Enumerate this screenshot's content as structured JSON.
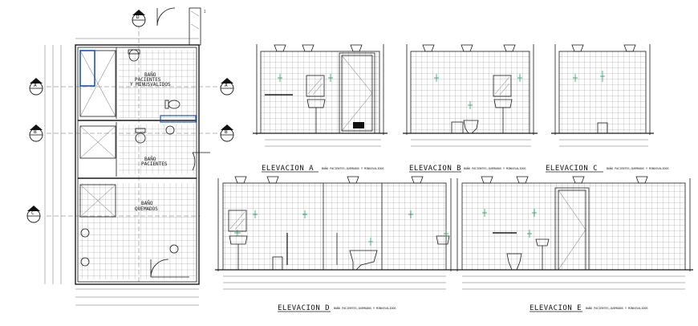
{
  "plan": {
    "rooms": [
      {
        "id": "r1",
        "line1": "BAÑO",
        "line2": "PACIENTES",
        "line3": "Y MINUSVALIDOS"
      },
      {
        "id": "r2",
        "line1": "BAÑO",
        "line2": "PACIENTES",
        "line3": ""
      },
      {
        "id": "r3",
        "line1": "BAÑO",
        "line2": "QUEMADOS",
        "line3": ""
      }
    ],
    "section_markers": [
      {
        "id": "A",
        "label": "A"
      },
      {
        "id": "B",
        "label": "B"
      },
      {
        "id": "C",
        "label": "C"
      },
      {
        "id": "D",
        "label": "D"
      }
    ]
  },
  "elevations": [
    {
      "id": "A",
      "title": "ELEVACION  A",
      "subtitle": "BAÑO PACIENTES,QUEMADOS Y MINUSVALIDOS"
    },
    {
      "id": "B",
      "title": "ELEVACION  B",
      "subtitle": "BAÑO PACIENTES,QUEMADOS Y MINUSVALIDOS"
    },
    {
      "id": "C",
      "title": "ELEVACION  C",
      "subtitle": "BAÑO PACIENTES,QUEMADOS Y MINUSVALIDOS"
    },
    {
      "id": "D",
      "title": "ELEVACION  D",
      "subtitle": "BAÑO PACIENTES,QUEMADOS Y MINUSVALIDOS"
    },
    {
      "id": "E",
      "title": "ELEVACION  E",
      "subtitle": "BAÑO PACIENTES,QUEMADOS Y MINUSVALIDOS"
    }
  ],
  "colors": {
    "line": "#1a1a1a",
    "fixture": "#0a9a4a",
    "door_frame": "#1a55c8"
  }
}
